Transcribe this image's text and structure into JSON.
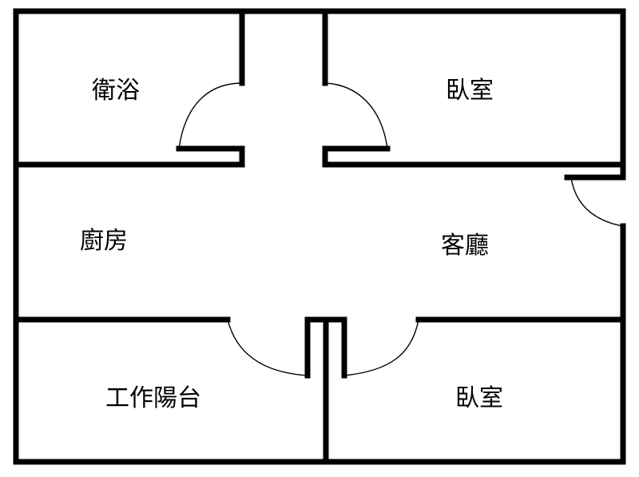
{
  "floorplan": {
    "rooms": {
      "bathroom": "衛浴",
      "bedroom_top": "臥室",
      "kitchen": "廚房",
      "living_room": "客廳",
      "utility_balcony": "工作陽台",
      "bedroom_bottom": "臥室"
    },
    "colors": {
      "wall": "#000000",
      "background": "#ffffff"
    }
  }
}
